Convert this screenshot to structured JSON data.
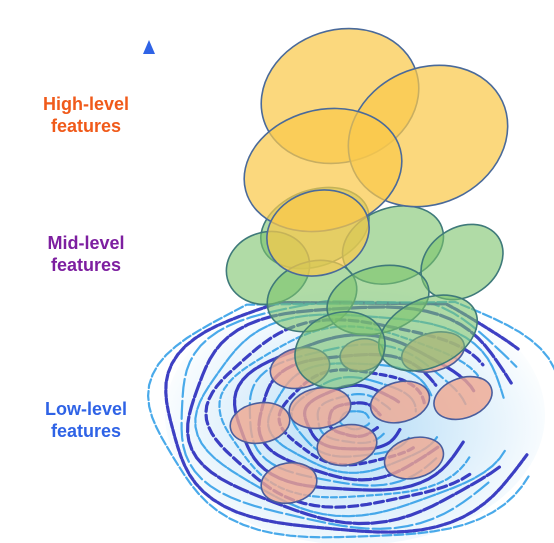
{
  "labels": {
    "high": {
      "line1": "High-level",
      "line2": "features",
      "color": "#f05a1a"
    },
    "mid": {
      "line1": "Mid-level",
      "line2": "features",
      "color": "#7d1fa0"
    },
    "low": {
      "line1": "Low-level",
      "line2": "features",
      "color": "#2f63e6"
    }
  },
  "arrow": {
    "top_color": "#2f63e6",
    "mid_color": "#f07a3a",
    "bottom_color": "#3a5ae0"
  },
  "colors": {
    "high_fill": "#f9c94b",
    "high_stroke": "#4a6a9a",
    "mid_fill": "#7cc36a",
    "mid_stroke": "#3f7a7a",
    "low_fill": "#f0a890",
    "low_stroke": "#4a5e9e",
    "fingerprint_dark": "#1c1fb8",
    "fingerprint_light": "#2a9be6"
  },
  "icons": {
    "fingerprint": "fingerprint-icon",
    "arrow": "arrow-up-icon"
  }
}
